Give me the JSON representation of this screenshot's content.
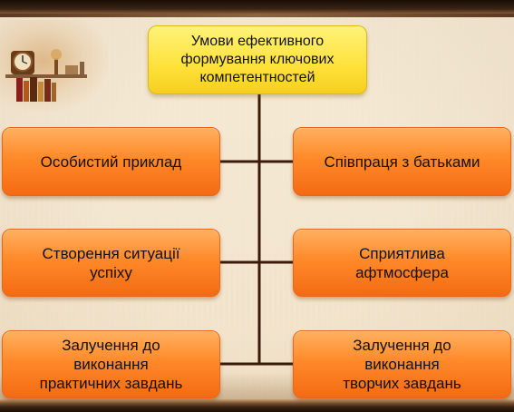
{
  "diagram": {
    "root": {
      "label": "Умови ефективного\nформування ключових\nкомпетентностей"
    },
    "left": [
      {
        "label": "Особистий приклад"
      },
      {
        "label": "Створення ситуації\nуспіху"
      },
      {
        "label": "Залучення до\nвиконання\nпрактичних завдань"
      }
    ],
    "right": [
      {
        "label": "Співпраця з батьками"
      },
      {
        "label": "Сприятлива\nафтмосфера"
      },
      {
        "label": "Залучення до\nвиконання\nтворчих завдань"
      }
    ]
  },
  "colors": {
    "connector": "#3a1a08",
    "box_fill": "#ff8a2a",
    "root_fill": "#ffe13a"
  },
  "decor": {
    "vignette_icon": "clock-and-books-icon"
  }
}
